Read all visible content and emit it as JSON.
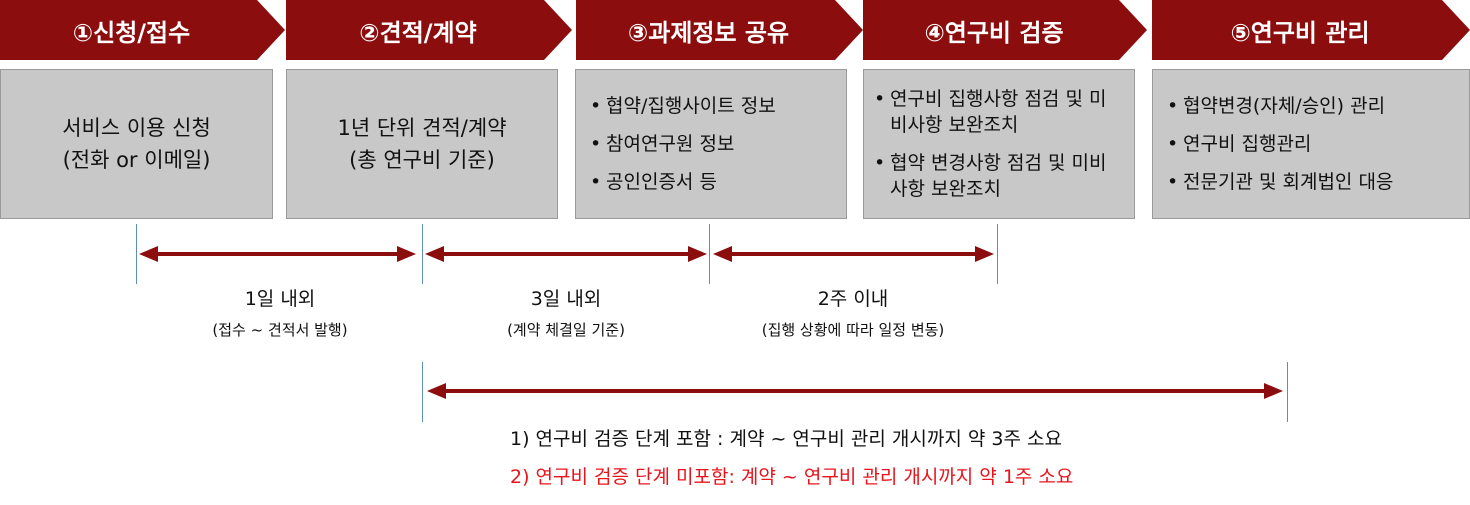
{
  "colors": {
    "header_bg": "#8b0d0d",
    "box_bg": "#c8c8c8",
    "arrow": "#8b0d0d",
    "guide_line": "#5b8fc4",
    "note_red": "#e8141c"
  },
  "stages": [
    {
      "title": "①신청/접수",
      "lines": [
        "서비스 이용 신청",
        "(전화 or 이메일)"
      ]
    },
    {
      "title": "②견적/계약",
      "lines": [
        "1년 단위 견적/계약",
        "(총 연구비 기준)"
      ]
    },
    {
      "title": "③과제정보 공유",
      "items": [
        "협약/집행사이트 정보",
        "참여연구원 정보",
        "공인인증서 등"
      ]
    },
    {
      "title": "④연구비 검증",
      "items": [
        "연구비 집행사항 점검 및 미비사항 보완조치",
        "협약 변경사항 점검 및 미비사항 보완조치"
      ]
    },
    {
      "title": "⑤연구비 관리",
      "items": [
        "협약변경(자체/승인) 관리",
        "연구비 집행관리",
        "전문기관 및 회계법인 대응"
      ]
    }
  ],
  "bullet": "•",
  "durations": [
    {
      "main": "1일 내외",
      "note": "(접수 ~ 견적서 발행)"
    },
    {
      "main": "3일 내외",
      "note": "(계약 체결일 기준)"
    },
    {
      "main": "2주 이내",
      "note": "(집행 상황에 따라 일정 변동)"
    }
  ],
  "notes": [
    "1) 연구비 검증 단계 포함 : 계약 ~ 연구비 관리 개시까지 약 3주 소요",
    "2) 연구비 검증 단계 미포함: 계약 ~ 연구비 관리 개시까지 약 1주 소요"
  ]
}
